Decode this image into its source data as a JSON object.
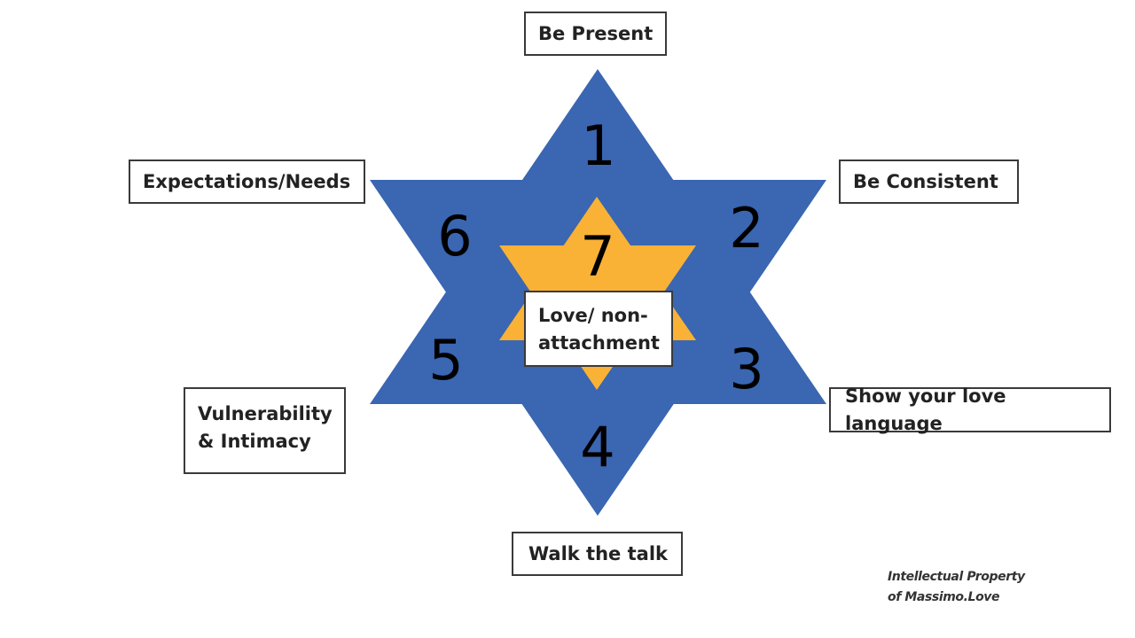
{
  "diagram": {
    "colors": {
      "outer_star": "#3A66B2",
      "inner_star": "#F9B236",
      "box_border": "#3a3a3a"
    },
    "points": [
      {
        "number": "1",
        "label": "Be Present"
      },
      {
        "number": "2",
        "label": "Be Consistent"
      },
      {
        "number": "3",
        "label": "Show your love language"
      },
      {
        "number": "4",
        "label": "Walk the talk"
      },
      {
        "number": "5",
        "label_line1": "Vulnerability",
        "label_line2": "& Intimacy"
      },
      {
        "number": "6",
        "label": "Expectations/Needs"
      }
    ],
    "center": {
      "number": "7",
      "label_line1": "Love/ non-",
      "label_line2": "attachment"
    },
    "credit": {
      "line1": "Intellectual Property",
      "line2": "of Massimo.Love"
    }
  }
}
